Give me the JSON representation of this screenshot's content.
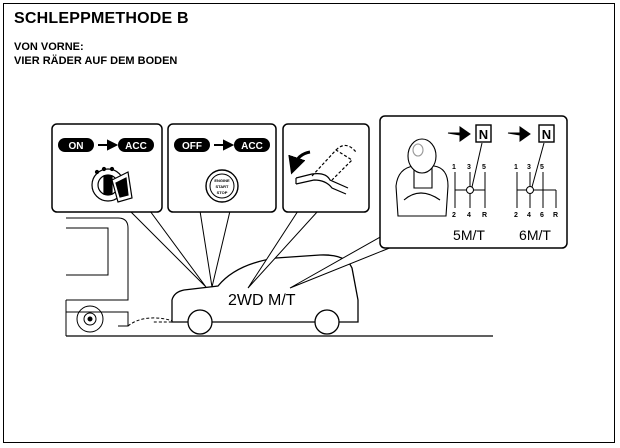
{
  "title": "SCHLEPPMETHODE B",
  "subtitle_line1": "VON VORNE:",
  "subtitle_line2": "VIER RÄDER AUF DEM BODEN",
  "panel_key": {
    "from": "ON",
    "to": "ACC"
  },
  "panel_button": {
    "from": "OFF",
    "to": "ACC",
    "button_text_1": "ENGINE",
    "button_text_2": "START",
    "button_text_3": "STOP"
  },
  "vehicle_label": "2WD M/T",
  "shift_neutral": "N",
  "pattern_5mt": {
    "label": "5M/T",
    "top": [
      "1",
      "3",
      "5"
    ],
    "bottom": [
      "2",
      "4",
      "R"
    ]
  },
  "pattern_6mt": {
    "label": "6M/T",
    "top": [
      "1",
      "3",
      "5"
    ],
    "bottom": [
      "2",
      "4",
      "6",
      "R"
    ]
  },
  "icons": [
    "ignition-key-icon",
    "start-stop-button-icon",
    "parking-brake-icon",
    "gear-shift-knob-icon",
    "arrow-right-icon"
  ]
}
